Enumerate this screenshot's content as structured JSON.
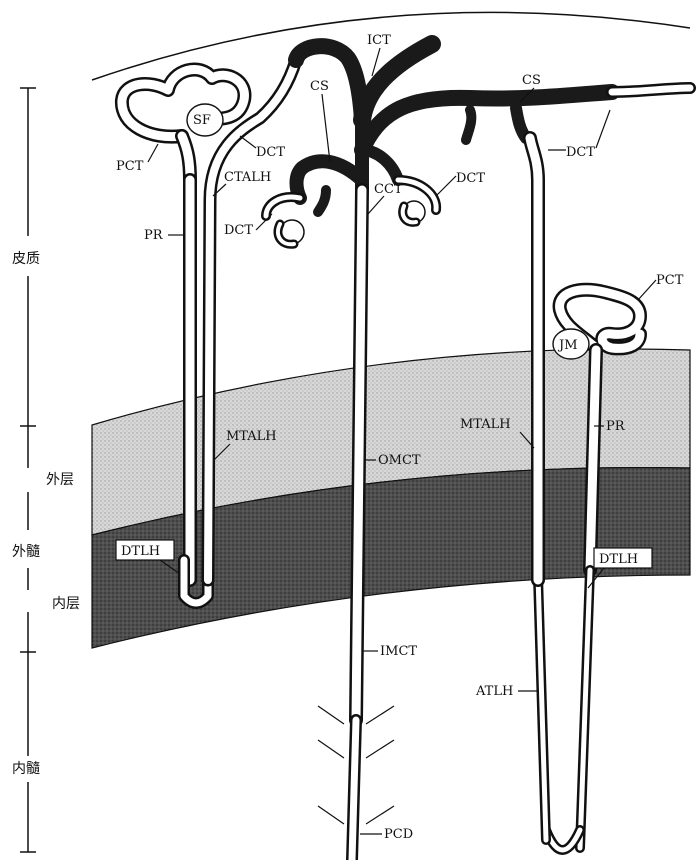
{
  "zones": {
    "cortex": "皮质",
    "outer_medulla": "外髓",
    "outer_stripe": "外层",
    "inner_stripe": "内层",
    "inner_medulla": "内髓"
  },
  "labels": {
    "ict": "ICT",
    "cs_left": "CS",
    "cs_right": "CS",
    "sf": "SF",
    "pct_left": "PCT",
    "pct_right": "PCT",
    "dct_1": "DCT",
    "dct_2": "DCT",
    "dct_3": "DCT",
    "dct_right": "DCT",
    "ctalh": "CTALH",
    "cct": "CCT",
    "pr_left": "PR",
    "pr_right": "PR",
    "jm": "JM",
    "mtalh_left": "MTALH",
    "mtalh_right": "MTALH",
    "omct": "OMCT",
    "dtlh_left": "DTLH",
    "dtlh_right": "DTLH",
    "imct": "IMCT",
    "atlh": "ATLH",
    "pcd": "PCD"
  },
  "colors": {
    "outer_stripe_fill": "#d2d2d2",
    "inner_stripe_fill": "#555555",
    "ink": "#111111"
  }
}
